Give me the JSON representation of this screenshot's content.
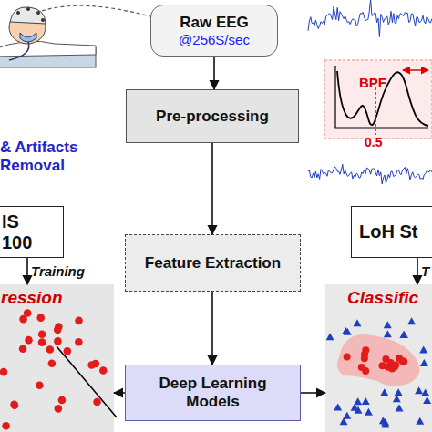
{
  "diagram": {
    "nodes": [
      {
        "text": [
          "Raw EEG",
          "@256S/sec"
        ]
      },
      {
        "text": [
          "Pre-processing"
        ]
      },
      {
        "text": [
          "IS 100"
        ]
      },
      {
        "text": [
          "LoH St"
        ]
      },
      {
        "text": [
          "Feature Extraction"
        ]
      },
      {
        "text": [
          "ression"
        ]
      },
      {
        "text": [
          "Deep Learning Models"
        ]
      },
      {
        "text": [
          "Classific"
        ]
      }
    ],
    "edges": [
      {
        "from": 0,
        "to": 1,
        "arrow": "to"
      },
      {
        "from": 1,
        "to": 4,
        "arrow": "to"
      },
      {
        "from": 4,
        "to": 6,
        "arrow": "to"
      },
      {
        "from": 6,
        "to": 5,
        "arrow": "to"
      },
      {
        "from": 6,
        "to": 7,
        "arrow": "to"
      },
      {
        "from": 2,
        "to": 5,
        "label": "Training",
        "arrow": "to"
      },
      {
        "from": 3,
        "to": 7,
        "label": "T",
        "arrow": "to"
      }
    ],
    "labels": [
      "BPF",
      "0.5",
      "& Artifacts Removal"
    ]
  }
}
